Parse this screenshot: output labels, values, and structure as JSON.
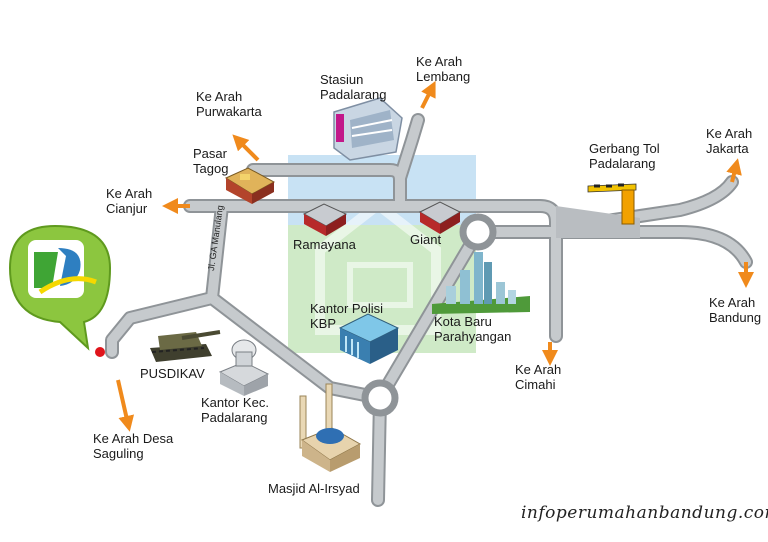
{
  "labels": {
    "purwakarta": [
      "Ke Arah",
      "Purwakarta"
    ],
    "stasiun": [
      "Stasiun",
      "Padalarang"
    ],
    "lembang": [
      "Ke Arah",
      "Lembang"
    ],
    "pasar": [
      "Pasar",
      "Tagog"
    ],
    "cianjur": [
      "Ke Arah",
      "Cianjur"
    ],
    "ramayana": "Ramayana",
    "giant": "Giant",
    "tol": [
      "Gerbang Tol",
      "Padalarang"
    ],
    "jakarta": [
      "Ke Arah",
      "Jakarta"
    ],
    "bandung": [
      "Ke Arah",
      "Bandung"
    ],
    "polisi": [
      "Kantor Polisi",
      "KBP"
    ],
    "kotabaru": [
      "Kota Baru",
      "Parahyangan"
    ],
    "cimahi": [
      "Ke Arah",
      "Cimahi"
    ],
    "pusdikav": "PUSDIKAV",
    "kecamatan": [
      "Kantor Kec.",
      "Padalarang"
    ],
    "saguling": [
      "Ke Arah Desa",
      "Saguling"
    ],
    "masjid": "Masjid Al-Irsyad"
  },
  "road_name": "Jl. GA Manulang",
  "watermark": "infoperumahanbandung.com",
  "colors": {
    "road": "#b9bdc1",
    "road_edge": "#8f9498",
    "arrow": "#f08a1c",
    "zone_blue": "#c8e2f4",
    "zone_green": "#cfeac7",
    "pin_green": "#8cc63f",
    "marker_red": "#e0141b"
  },
  "icons": [
    "station-icon",
    "market-icon",
    "mall-icon",
    "toll-gate-icon",
    "police-office-icon",
    "skyline-icon",
    "tank-icon",
    "government-building-icon",
    "mosque-icon",
    "location-pin-logo"
  ]
}
